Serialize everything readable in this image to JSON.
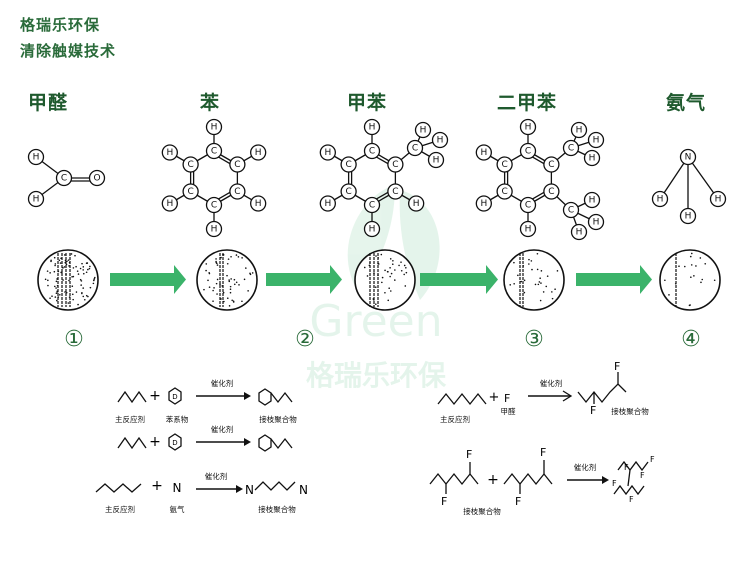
{
  "header": {
    "line1": "格瑞乐环保",
    "line2": "清除触媒技术"
  },
  "molecules": [
    {
      "name": "甲醛"
    },
    {
      "name": "苯"
    },
    {
      "name": "甲苯"
    },
    {
      "name": "二甲苯"
    },
    {
      "name": "氨气"
    }
  ],
  "atoms": {
    "H": "H",
    "C": "C",
    "O": "O",
    "N": "N"
  },
  "steps": [
    "①",
    "②",
    "③",
    "④"
  ],
  "watermark": {
    "en": "Green",
    "cn": "格瑞乐环保"
  },
  "reactions": {
    "plus": "+",
    "catalyst": "催化剂",
    "main_reactant": "主反应剂",
    "benzene_series": "苯系物",
    "graft_polymer": "接枝聚合物",
    "formaldehyde": "甲醛",
    "ammonia": "氨气",
    "F": "F",
    "N": "N",
    "D": "D"
  },
  "colors": {
    "title_green": "#1f5a2e",
    "arrow_green": "#3bb36a",
    "step_green": "#2a6b3a"
  }
}
